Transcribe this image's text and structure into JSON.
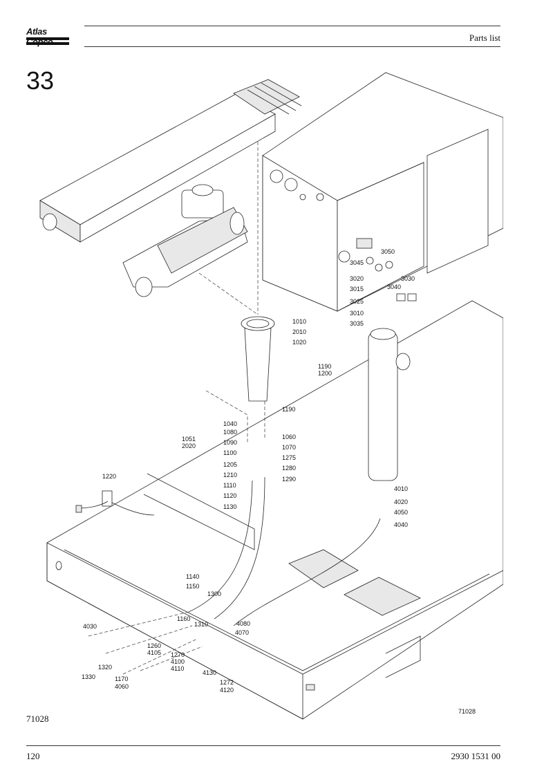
{
  "header": {
    "logo_text": "Atlas Copco",
    "title": "Parts list"
  },
  "section_number": "33",
  "figure_id": "71028",
  "figure_id_in_drawing": "71028",
  "footer": {
    "page_number": "120",
    "document_number": "2930 1531 00"
  },
  "callouts": [
    "1010",
    "2010",
    "1020",
    "1190",
    "1200",
    "1190",
    "1040",
    "1080",
    "1051",
    "2020",
    "1090",
    "1060",
    "1100",
    "1070",
    "1205",
    "1275",
    "1210",
    "1280",
    "1110",
    "1290",
    "1120",
    "1130",
    "1220",
    "3050",
    "3045",
    "3020",
    "3030",
    "3015",
    "3040",
    "3025",
    "3010",
    "3035",
    "4010",
    "4020",
    "4050",
    "4040",
    "1140",
    "1150",
    "1300",
    "1160",
    "1310",
    "4080",
    "4070",
    "4030",
    "1260",
    "4105",
    "1270",
    "4100",
    "4110",
    "1320",
    "1330",
    "1170",
    "4060",
    "4130",
    "1272",
    "4120"
  ]
}
